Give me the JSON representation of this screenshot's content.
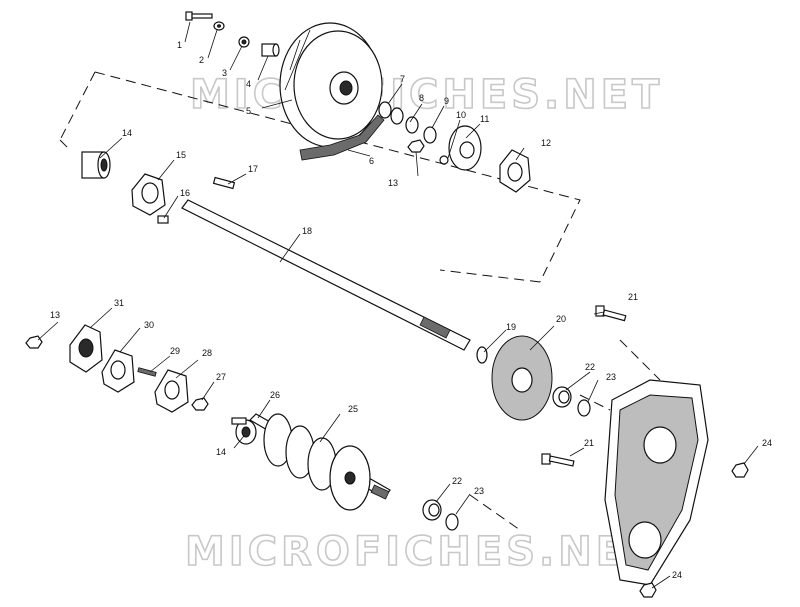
{
  "diagram": {
    "watermarks": [
      "MICROFICHES.NET",
      "MICROFICHES.NET"
    ],
    "callouts": {
      "c1": "1",
      "c2": "2",
      "c3": "3",
      "c4": "4",
      "c5": "5",
      "c6": "6",
      "c7": "7",
      "c8": "8",
      "c9": "9",
      "c10": "10",
      "c11": "11",
      "c12": "12",
      "c13a": "13",
      "c14a": "14",
      "c15": "15",
      "c16": "16",
      "c17": "17",
      "c18": "18",
      "c13b": "13",
      "c31": "31",
      "c30": "30",
      "c29": "29",
      "c28": "28",
      "c27": "27",
      "c26": "26",
      "c25": "25",
      "c14b": "14",
      "c19": "19",
      "c20": "20",
      "c22a": "22",
      "c23a": "23",
      "c21a": "21",
      "c21b": "21",
      "c24a": "24",
      "c22b": "22",
      "c23b": "23",
      "c24b": "24"
    }
  }
}
